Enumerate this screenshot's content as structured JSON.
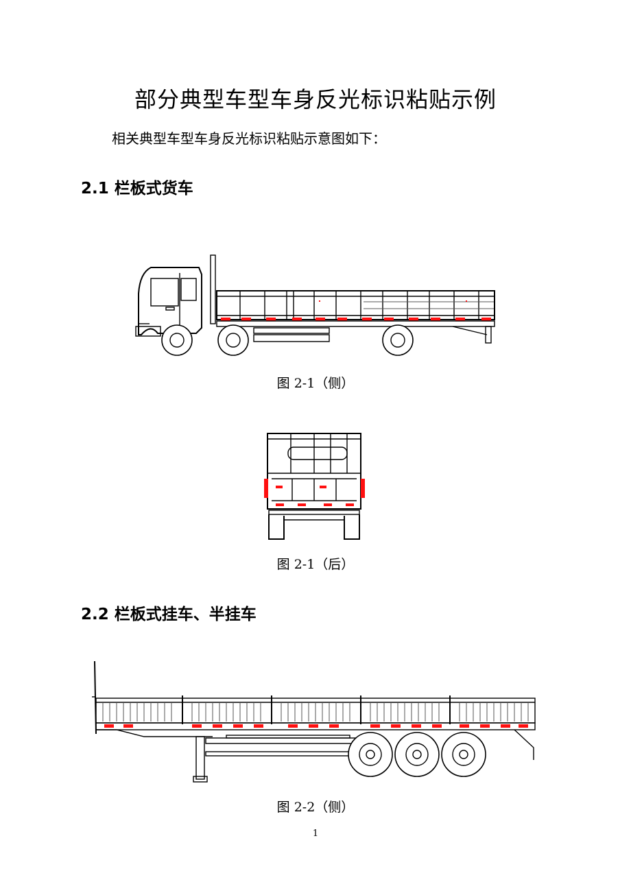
{
  "document": {
    "title": "部分典型车型车身反光标识粘贴示例",
    "intro": "相关典型车型车身反光标识粘贴示意图如下：",
    "page_number": "1"
  },
  "sections": [
    {
      "heading": "2.1 栏板式货车"
    },
    {
      "heading": "2.2 栏板式挂车、半挂车"
    }
  ],
  "figures": [
    {
      "caption": "图 2-1（侧）",
      "illustration": "cargo-truck-side",
      "marking_color": "#ff1010"
    },
    {
      "caption": "图 2-1（后）",
      "illustration": "cargo-truck-rear",
      "marking_color": "#ff1010"
    },
    {
      "caption": "图 2-2（侧）",
      "illustration": "semi-trailer-side",
      "marking_color": "#ff1010"
    }
  ]
}
